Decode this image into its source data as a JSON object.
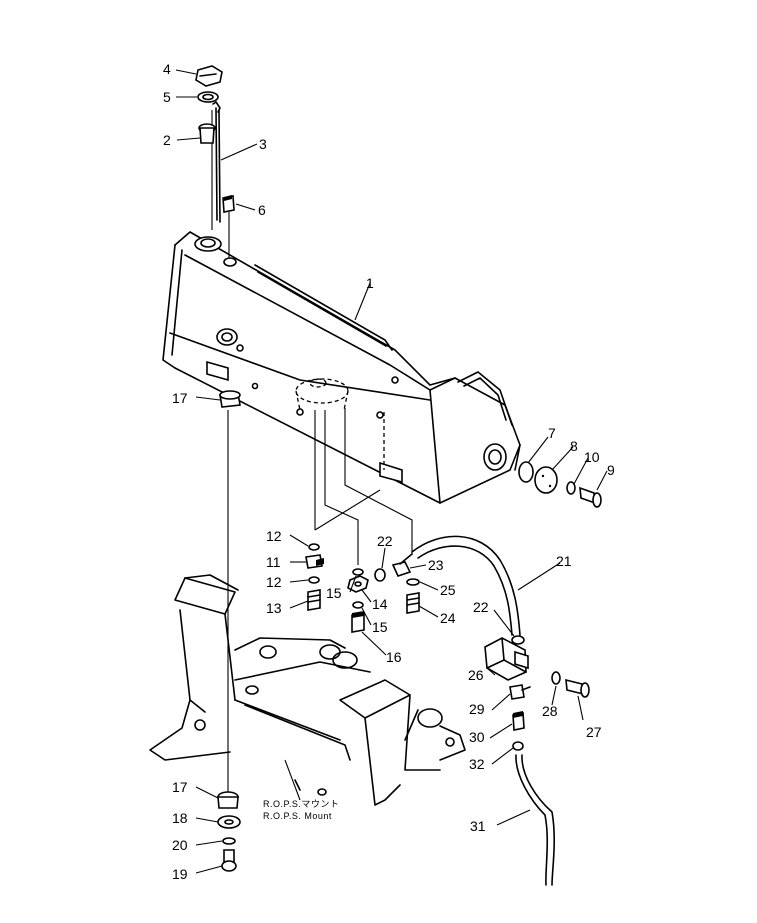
{
  "mount_note": {
    "line1": "R.O.P.S.マウント",
    "line2": "R.O.P.S. Mount"
  },
  "callouts": [
    {
      "id": "c1",
      "label": "1"
    },
    {
      "id": "c2",
      "label": "2"
    },
    {
      "id": "c3",
      "label": "3"
    },
    {
      "id": "c4",
      "label": "4"
    },
    {
      "id": "c5",
      "label": "5"
    },
    {
      "id": "c6",
      "label": "6"
    },
    {
      "id": "c7",
      "label": "7"
    },
    {
      "id": "c8",
      "label": "8"
    },
    {
      "id": "c9",
      "label": "9"
    },
    {
      "id": "c10",
      "label": "10"
    },
    {
      "id": "c11",
      "label": "11"
    },
    {
      "id": "c12a",
      "label": "12"
    },
    {
      "id": "c12b",
      "label": "12"
    },
    {
      "id": "c13",
      "label": "13"
    },
    {
      "id": "c14",
      "label": "14"
    },
    {
      "id": "c15a",
      "label": "15"
    },
    {
      "id": "c15b",
      "label": "15"
    },
    {
      "id": "c16",
      "label": "16"
    },
    {
      "id": "c17a",
      "label": "17"
    },
    {
      "id": "c17b",
      "label": "17"
    },
    {
      "id": "c18",
      "label": "18"
    },
    {
      "id": "c19",
      "label": "19"
    },
    {
      "id": "c20",
      "label": "20"
    },
    {
      "id": "c21",
      "label": "21"
    },
    {
      "id": "c22a",
      "label": "22"
    },
    {
      "id": "c22b",
      "label": "22"
    },
    {
      "id": "c23",
      "label": "23"
    },
    {
      "id": "c24",
      "label": "24"
    },
    {
      "id": "c25",
      "label": "25"
    },
    {
      "id": "c26",
      "label": "26"
    },
    {
      "id": "c27",
      "label": "27"
    },
    {
      "id": "c28",
      "label": "28"
    },
    {
      "id": "c29",
      "label": "29"
    },
    {
      "id": "c30",
      "label": "30"
    },
    {
      "id": "c31",
      "label": "31"
    },
    {
      "id": "c32",
      "label": "32"
    }
  ]
}
